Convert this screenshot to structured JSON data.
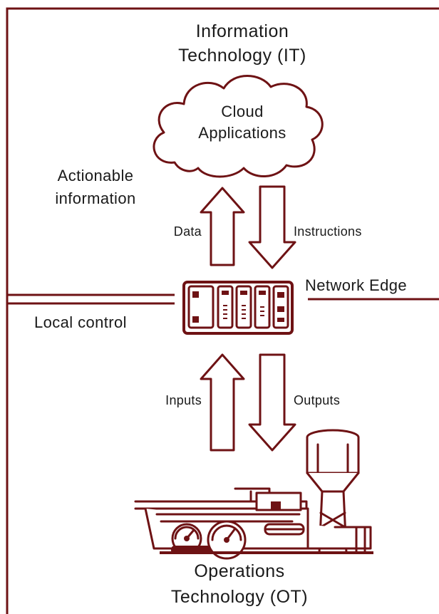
{
  "colors": {
    "accent": "#6e1214",
    "text": "#1a1a1a",
    "background": "#ffffff"
  },
  "it": {
    "title_line1": "Information",
    "title_line2": "Technology (IT)"
  },
  "cloud": {
    "line1": "Cloud",
    "line2": "Applications"
  },
  "actionable": {
    "line1": "Actionable",
    "line2": "information"
  },
  "arrows": {
    "data": "Data",
    "instructions": "Instructions",
    "inputs": "Inputs",
    "outputs": "Outputs"
  },
  "edge": {
    "label": "Network Edge"
  },
  "local": {
    "label": "Local control"
  },
  "ot": {
    "title_line1": "Operations",
    "title_line2": "Technology (OT)"
  },
  "icons": {
    "cloud": "cloud-icon",
    "controller": "controller-icon",
    "factory": "factory-icon"
  }
}
